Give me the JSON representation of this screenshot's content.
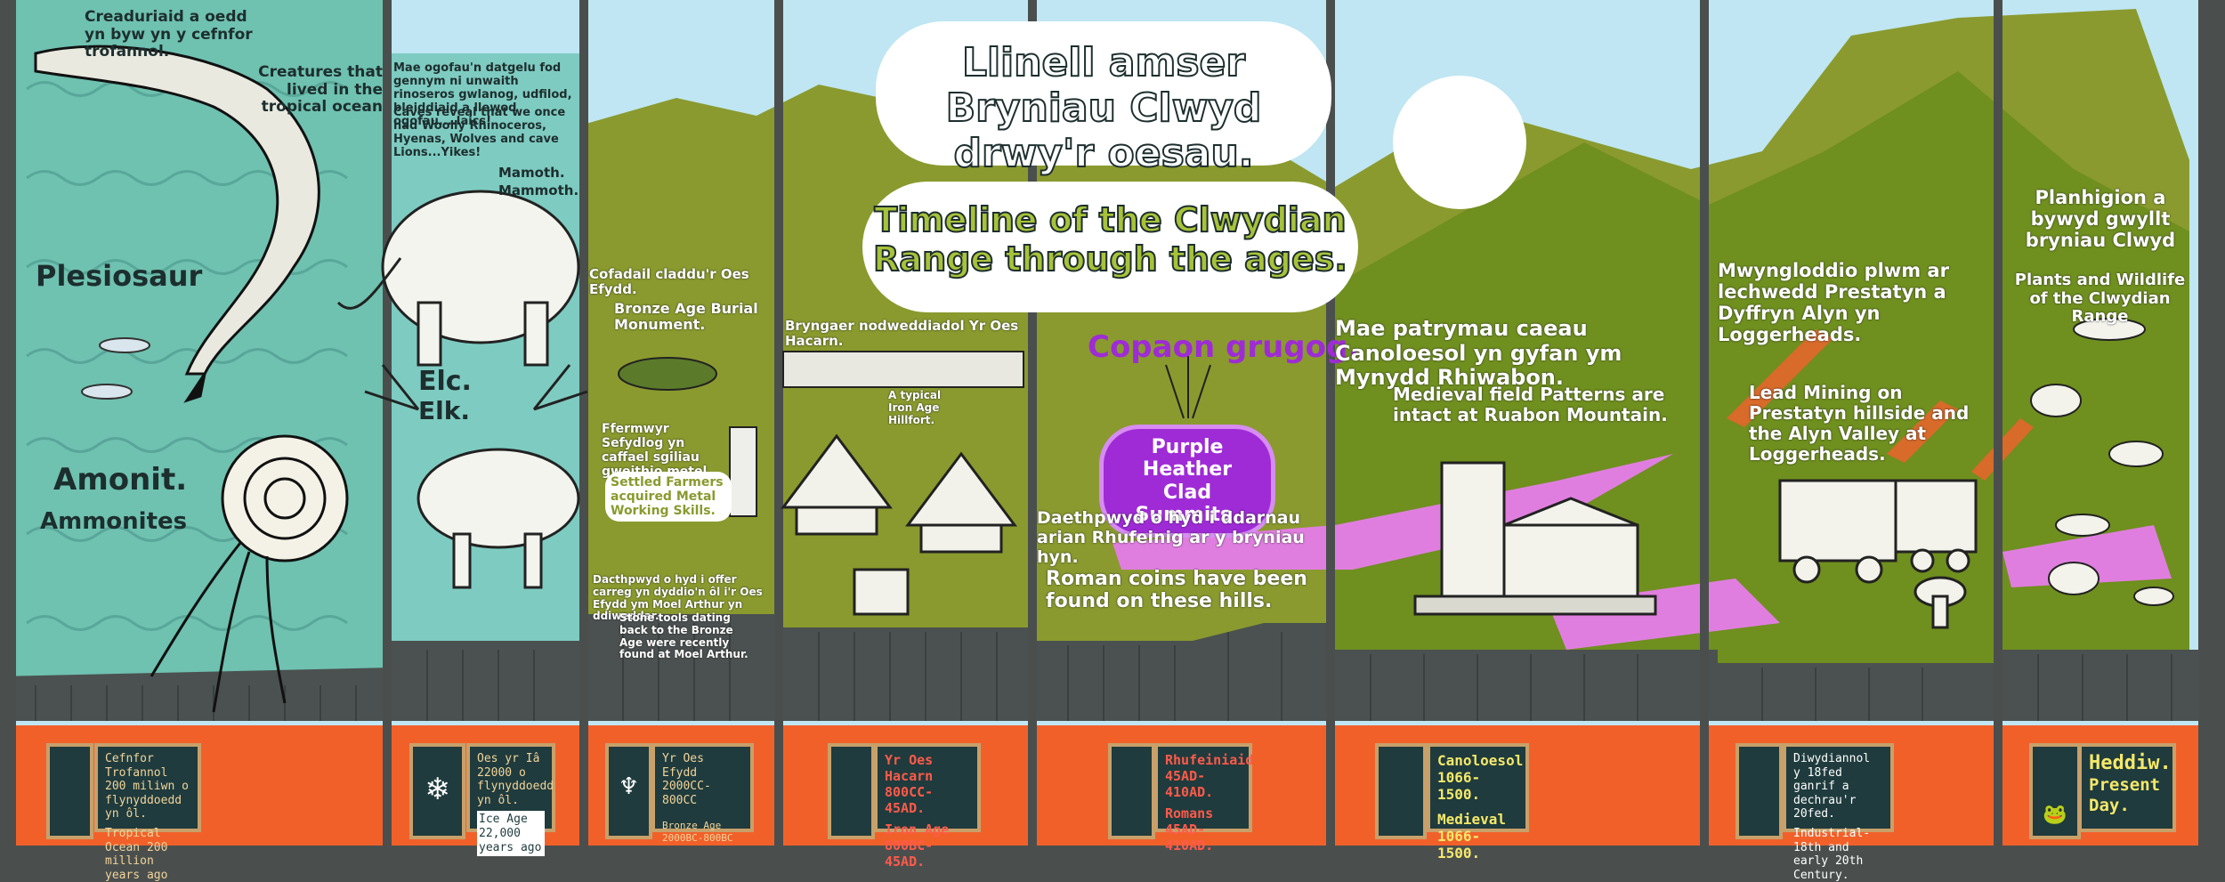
{
  "title": {
    "welsh": "Llinell amser Bryniau Clwyd drwy'r oesau.",
    "english": "Timeline of the Clwydian Range through the ages."
  },
  "panels": [
    {
      "id": "panel-1",
      "texts": {
        "cy_creatures": "Creaduriaid a oedd yn byw yn y cefnfor trofannol.",
        "en_creatures": "Creatures that lived in the tropical ocean",
        "plesiosaur": "Plesiosaur",
        "amonit": "Amonit.",
        "ammonites": "Ammonites"
      },
      "label": {
        "cy": "Cefnfor Trofannol 200 miliwn o flynyddoedd yn ôl.",
        "en": "Tropical Ocean 200 million years ago"
      }
    },
    {
      "id": "panel-2",
      "texts": {
        "cy_caves": "Mae ogofau'n datgelu fod gennym ni unwaith rinoseros gwlanog, udfilod, bleiddiaid a llewod ogofau....Iaics!",
        "en_caves": "Caves reveal that we once had Woolly Rhinoceros, Hyenas, Wolves and cave Lions...Yikes!",
        "mammoth_cy": "Mamoth.",
        "mammoth_en": "Mammoth.",
        "elc": "Elc.",
        "elk": "Elk."
      },
      "label": {
        "cy": "Oes yr Iâ 22000 o flynyddoedd yn ôl.",
        "en": "Ice Age 22,000 years ago"
      }
    },
    {
      "id": "panel-3",
      "texts": {
        "cy_burial": "Cofadail claddu'r Oes Efydd.",
        "en_burial": "Bronze Age Burial Monument.",
        "cy_farmers": "Ffermwyr Sefydlog yn caffael sgiliau gweithio metel.",
        "en_farmers": "Settled Farmers acquired Metal Working Skills.",
        "cy_tools": "Dacthpwyd o hyd i offer carreg yn dyddio'n ôl i'r Oes Efydd ym Moel Arthur yn ddiweddar.",
        "en_tools": "Stone tools dating back to the Bronze Age were recently found at Moel Arthur."
      },
      "label": {
        "cy": "Yr Oes Efydd 2000CC-800CC",
        "en": "Bronze Age 2000BC-800BC"
      }
    },
    {
      "id": "panel-4",
      "texts": {
        "cy_hillfort": "Bryngaer nodweddiadol Yr Oes Hacarn.",
        "en_hillfort": "A typical Iron Age Hillfort."
      },
      "label": {
        "cy": "Yr Oes Hacarn 800CC-45AD.",
        "en": "Iron Age 800BC-45AD."
      }
    },
    {
      "id": "panel-5",
      "texts": {
        "cy_heather": "Copaon grugog.",
        "en_heather": "Purple Heather Clad Summits.",
        "cy_coins": "Daethpwyd o hyd i ddarnau arian Rhufeinig ar y bryniau hyn.",
        "en_coins": "Roman coins have been found on these hills."
      },
      "label": {
        "cy": "Rhufeiniaid 45AD-410AD.",
        "en": "Romans 45AD-410AD."
      }
    },
    {
      "id": "panel-6",
      "texts": {
        "cy_fields": "Mae patrymau caeau Canoloesol yn gyfan ym Mynydd Rhiwabon.",
        "en_fields": "Medieval field Patterns are intact at Ruabon Mountain."
      },
      "label": {
        "cy": "Canoloesol 1066-1500.",
        "en": "Medieval 1066-1500."
      }
    },
    {
      "id": "panel-7",
      "texts": {
        "cy_mining": "Mwyngloddio plwm ar lechwedd Prestatyn a Dyffryn Alyn yn Loggerheads.",
        "en_mining": "Lead Mining on Prestatyn hillside and the Alyn Valley at Loggerheads."
      },
      "label": {
        "cy": "Diwydiannol y 18fed ganrif a dechrau'r 20fed.",
        "en": "Industrial-18th and early 20th Century."
      }
    },
    {
      "id": "panel-8",
      "texts": {
        "cy_wildlife": "Planhigion a bywyd gwyllt bryniau Clwyd",
        "en_wildlife": "Plants and Wildlife of the Clwydian Range"
      },
      "label": {
        "cy": "Heddiw.",
        "en": "Present Day."
      }
    }
  ],
  "colors": {
    "sky": "#bfe6f2",
    "ocean": "#6fc1b0",
    "hill_olive": "#8a9a2e",
    "hill_dark": "#6f8f1f",
    "fence": "#4b5150",
    "ground_orange": "#f2602a",
    "label_box": "#1f3b3d",
    "label_border": "#c8a06a",
    "heather_pink": "#e07ee0",
    "heather_purple": "#9f2bd6"
  }
}
